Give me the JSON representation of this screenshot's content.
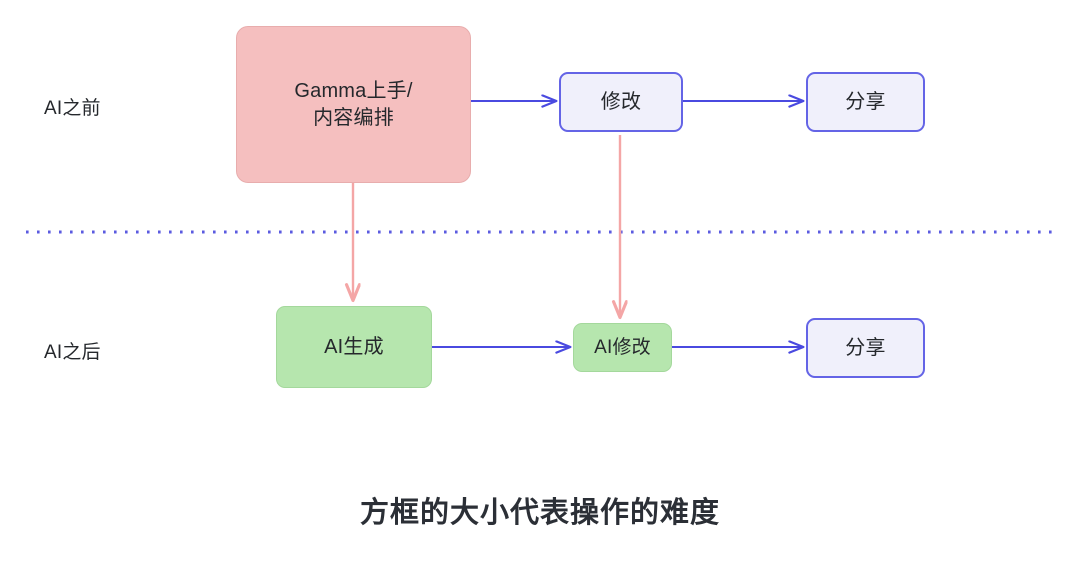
{
  "diagram": {
    "background": "#ffffff",
    "colors": {
      "pink_fill": "#f5bfbf",
      "pink_border": "#e8adad",
      "pink_arrow": "#f4a6a6",
      "green_fill": "#b6e6ae",
      "green_border": "#a4d89c",
      "blue_fill": "#f0f0fb",
      "blue_border": "#6464e6",
      "blue_arrow": "#4a4ae0",
      "divider": "#5b5be0",
      "text": "#25282c"
    },
    "rows": [
      {
        "id": "before",
        "label": "AI之前"
      },
      {
        "id": "after",
        "label": "AI之后"
      }
    ],
    "nodes": [
      {
        "id": "gamma-onboarding",
        "row": "before",
        "style": "pink",
        "line1": "Gamma上手/",
        "line2": "内容编排"
      },
      {
        "id": "revise",
        "row": "before",
        "style": "blue",
        "line1": "修改",
        "line2": ""
      },
      {
        "id": "share-before",
        "row": "before",
        "style": "blue",
        "line1": "分享",
        "line2": ""
      },
      {
        "id": "ai-generate",
        "row": "after",
        "style": "green",
        "line1": "AI生成",
        "line2": ""
      },
      {
        "id": "ai-revise",
        "row": "after",
        "style": "green",
        "line1": "AI修改",
        "line2": ""
      },
      {
        "id": "share-after",
        "row": "after",
        "style": "blue",
        "line1": "分享",
        "line2": ""
      }
    ],
    "edges": [
      {
        "id": "gamma-to-revise",
        "from": "gamma-onboarding",
        "to": "revise",
        "color": "blue",
        "direction": "horizontal"
      },
      {
        "id": "revise-to-share-before",
        "from": "revise",
        "to": "share-before",
        "color": "blue",
        "direction": "horizontal"
      },
      {
        "id": "ai-generate-to-ai-revise",
        "from": "ai-generate",
        "to": "ai-revise",
        "color": "blue",
        "direction": "horizontal"
      },
      {
        "id": "ai-revise-to-share-after",
        "from": "ai-revise",
        "to": "share-after",
        "color": "blue",
        "direction": "horizontal"
      },
      {
        "id": "gamma-to-ai-generate",
        "from": "gamma-onboarding",
        "to": "ai-generate",
        "color": "pink",
        "direction": "vertical"
      },
      {
        "id": "revise-to-ai-revise",
        "from": "revise",
        "to": "ai-revise",
        "color": "pink",
        "direction": "vertical"
      }
    ],
    "divider": {
      "id": "era-divider",
      "style": "dotted"
    },
    "caption": "方框的大小代表操作的难度"
  }
}
